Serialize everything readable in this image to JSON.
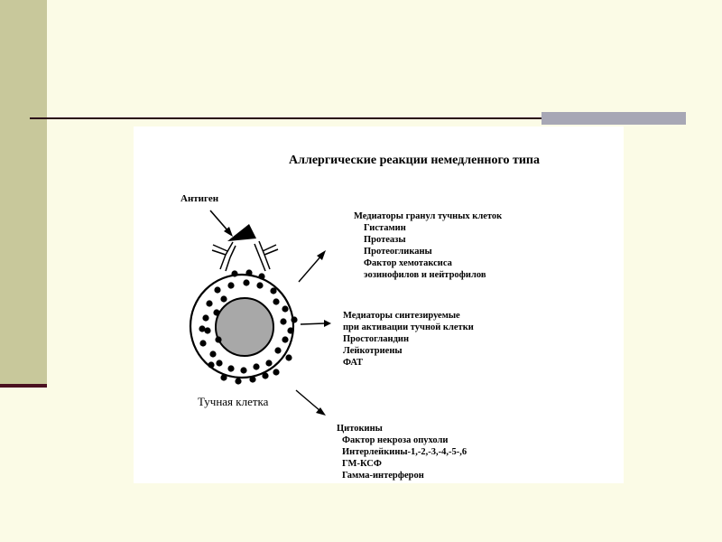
{
  "title": "Аллергические реакции немедленного типа",
  "antigen_label": "Антиген",
  "cell_label": "Тучная клетка",
  "groups": [
    {
      "heading": "Медиаторы гранул тучных клеток",
      "items": [
        "Гистамин",
        "Протеазы",
        "Протеогликаны",
        "Фактор хемотаксиса",
        "эозинофилов и нейтрофилов"
      ]
    },
    {
      "heading": "Медиаторы синтезируемые",
      "items": [
        "при активации тучной клетки",
        "Простогландин",
        "Лейкотриены",
        "ФАТ"
      ]
    },
    {
      "heading": "Цитокины",
      "items": [
        "Фактор некроза опухоли",
        "Интерлейкины-1,-2,-3,-4,-5-,6",
        "ГМ-КСФ",
        "Гамма-интерферон"
      ]
    }
  ],
  "colors": {
    "background": "#fbfbe6",
    "side_bar": "#c8c89b",
    "side_bar_line": "#4a1020",
    "rule": "#2a0a18",
    "rule_block": "#a7a7b5",
    "figure": "#ffffff",
    "nucleus": "#a8a8a8"
  }
}
